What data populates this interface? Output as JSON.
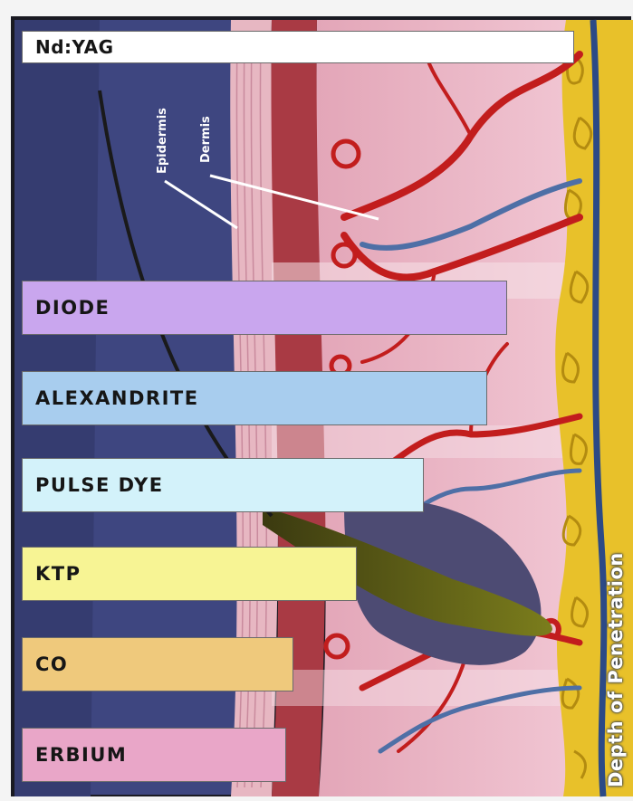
{
  "lasers": [
    {
      "label": "Nd:YAG",
      "color": "#ffffff"
    },
    {
      "label": "DIODE",
      "color": "#c9a6ee"
    },
    {
      "label": "ALEXANDRITE",
      "color": "#a8cdee"
    },
    {
      "label": "PULSE DYE",
      "color": "#d3f2fa"
    },
    {
      "label": "KTP",
      "color": "#f7f494"
    },
    {
      "label": "CO",
      "color": "#efc97c"
    },
    {
      "label": "ERBIUM",
      "color": "#e9a6c8"
    }
  ],
  "skin_layers": {
    "epidermis": "Epidermis",
    "dermis": "Dermis"
  },
  "axis_label": "Depth of Penetration"
}
